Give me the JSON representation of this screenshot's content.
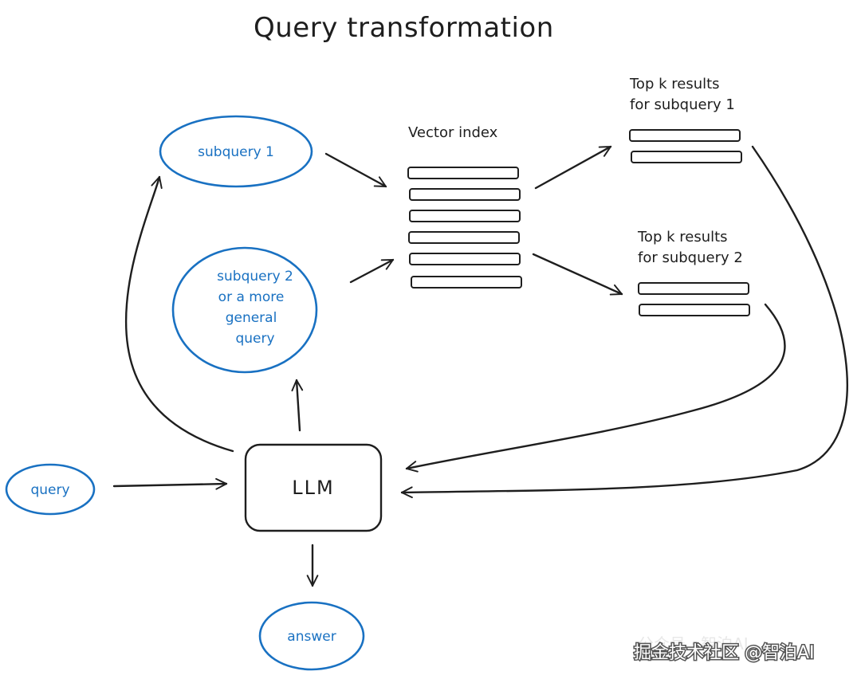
{
  "title": "Query transformation",
  "nodes": {
    "query": "query",
    "llm": "LLM",
    "answer": "answer",
    "subquery1": "subquery 1",
    "subquery2_lines": [
      "subquery 2",
      "or a more",
      "general",
      "query"
    ],
    "vector_index": "Vector index",
    "results1_lines": [
      "Top k results",
      "for subquery 1"
    ],
    "results2_lines": [
      "Top k results",
      "for subquery 2"
    ]
  },
  "watermark": {
    "faint": "公众号 · 智泊AI",
    "main": "掘金技术社区 @智泊AI"
  },
  "colors": {
    "ink": "#1e1e1e",
    "accent": "#1971c2",
    "background": "#ffffff"
  }
}
